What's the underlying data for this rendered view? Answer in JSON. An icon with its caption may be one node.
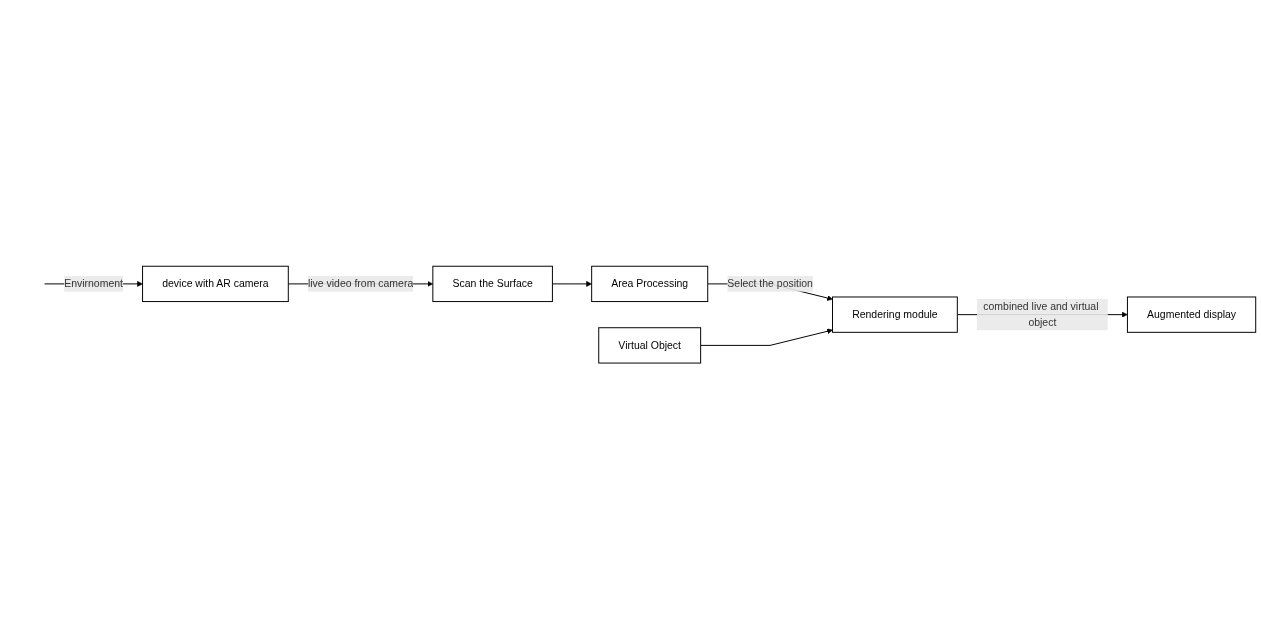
{
  "diagram": {
    "nodes": [
      {
        "text": [
          "device with AR camera"
        ]
      },
      {
        "text": [
          "Scan the Surface"
        ]
      },
      {
        "text": [
          "Area Processing"
        ]
      },
      {
        "text": [
          "Rendering module"
        ]
      },
      {
        "text": [
          "Augmented display"
        ]
      },
      {
        "text": [
          "Virtual Object"
        ]
      }
    ],
    "edges": [
      {
        "from": null,
        "to": 0,
        "arrow": "to",
        "label": "Envirnoment"
      },
      {
        "from": 0,
        "to": 1,
        "arrow": "to",
        "label": "live video from camera"
      },
      {
        "from": 1,
        "to": 2,
        "arrow": "to"
      },
      {
        "from": 2,
        "to": 3,
        "arrow": "to",
        "label": "Select the position"
      },
      {
        "from": 3,
        "to": 4,
        "arrow": "to",
        "label": "combined live and virtual object"
      },
      {
        "from": 5,
        "to": 3,
        "arrow": "to"
      }
    ]
  }
}
